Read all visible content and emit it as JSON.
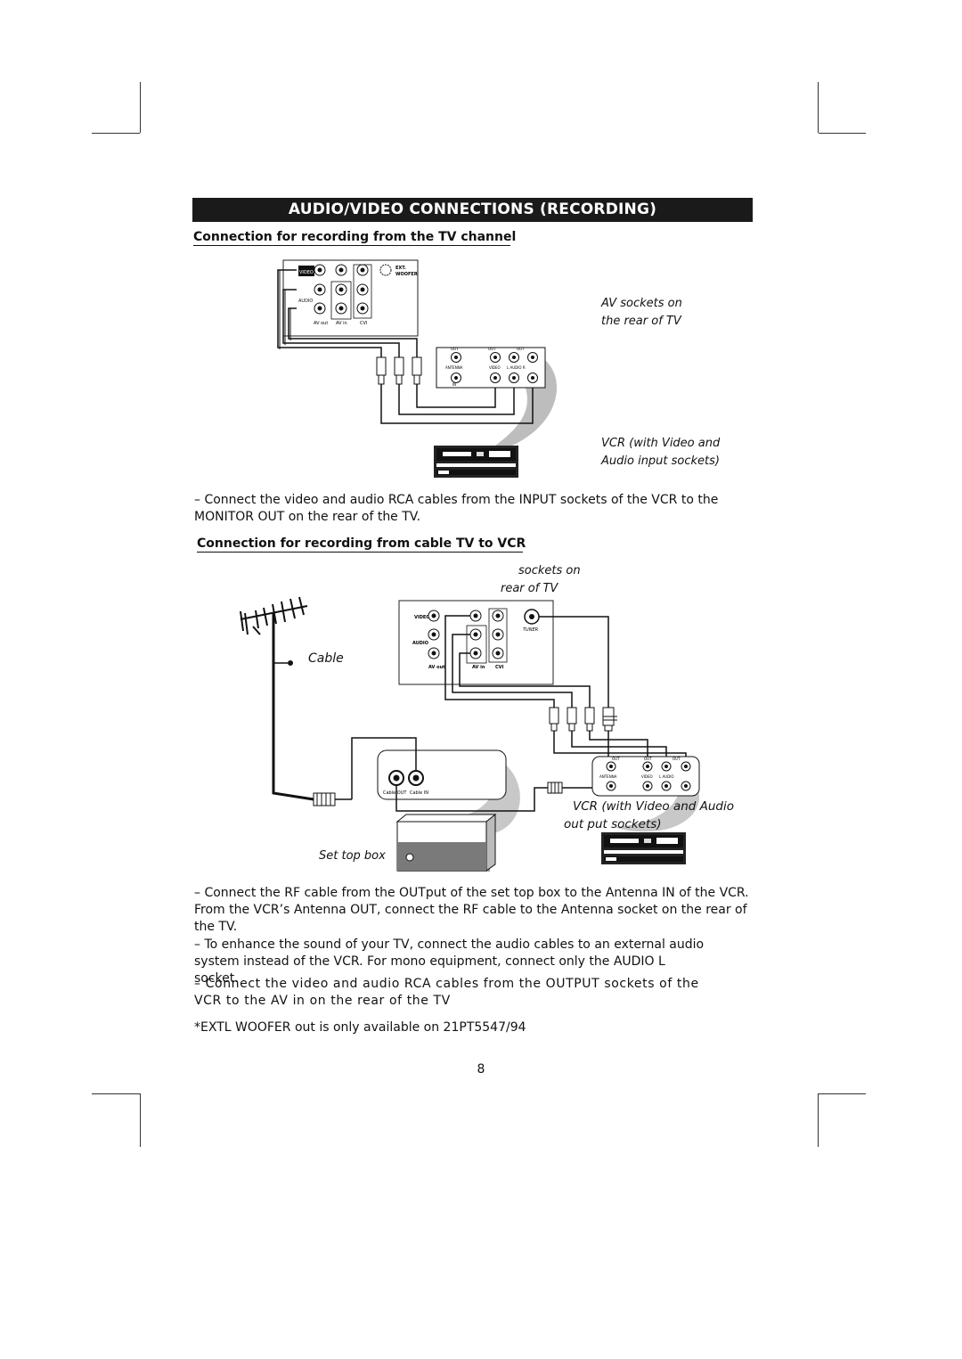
{
  "header": {
    "title": "AUDIO/VIDEO CONNECTIONS (RECORDING)"
  },
  "section1": {
    "heading": "Connection for recording from the TV channel",
    "note_av": [
      "AV sockets on",
      "the rear of  TV"
    ],
    "note_vcr": [
      "VCR (with Video and",
      "Audio input sockets)"
    ],
    "panel_labels": {
      "video": "VIDEO",
      "audio": "AUDIO",
      "ext": "EXT.",
      "woofer": "WOOFER",
      "av_out": "AV out",
      "av_in": "AV in",
      "cvi": "CVI"
    },
    "vcr_labels": {
      "out": "OUT",
      "antenna": "ANTENNA",
      "video": "VIDEO",
      "audio": "L  AUDIO  R",
      "in": "IN"
    },
    "instruction": "– Connect the video and audio RCA cables from the INPUT sockets of the  VCR to the MONITOR OUT on the rear of the TV."
  },
  "section2": {
    "heading": "Connection for recording from cable TV to VCR",
    "note_sockets": [
      "sockets on",
      "rear of  TV"
    ],
    "cable_label": "Cable",
    "tuner_label": "TUNER",
    "stb_labels": {
      "cable_out": "Cable OUT",
      "cable_in": "Cable IN"
    },
    "note_vcr": [
      "VCR (with Video and Audio",
      "out put sockets)"
    ],
    "set_top_box": "Set top box",
    "instructions": [
      "–  Connect the RF cable from the OUTput of the set top box to the Antenna IN of the VCR. From the VCR’s Antenna OUT, connect the RF cable to the Antenna socket on the rear of the TV.",
      "– To enhance the sound of your TV, connect the audio cables to an external audio system instead of the VCR. For mono equipment, connect only the AUDIO L socket.",
      "– Connect the video and audio RCA cables from the OUTPUT sockets of the VCR to the AV in on the rear of the TV"
    ],
    "footnote": "*EXTL WOOFER out is only available on 21PT5547/94"
  },
  "page_number": "8"
}
